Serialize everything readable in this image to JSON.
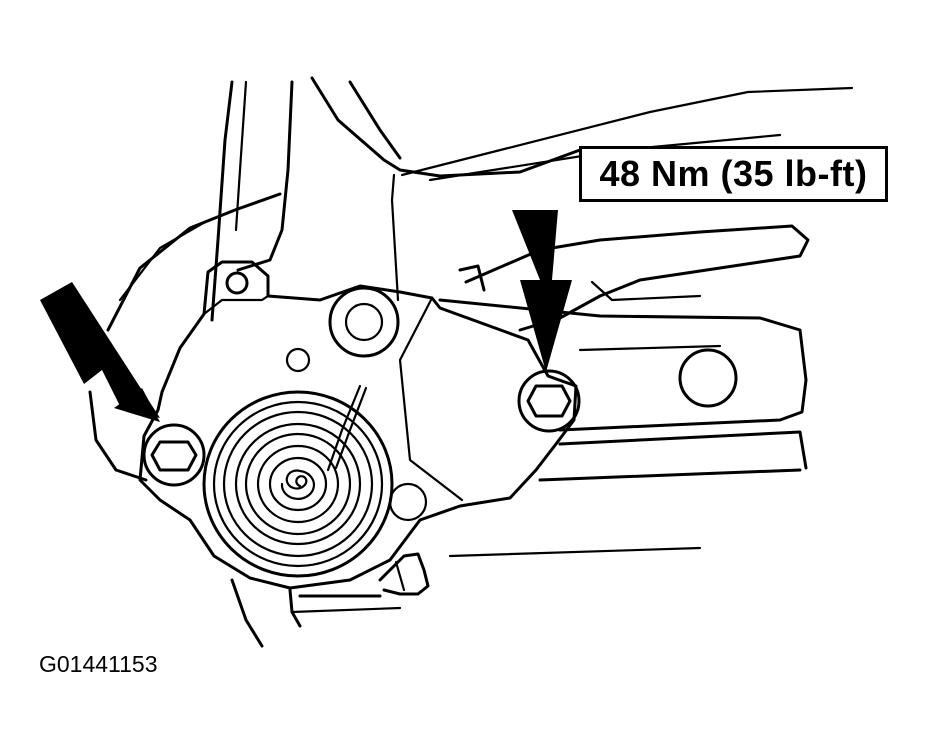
{
  "diagram": {
    "torque_label": "48 Nm (35 lb-ft)",
    "figure_id": "G01441153",
    "colors": {
      "line": "#000000",
      "background": "#ffffff"
    },
    "callouts": [
      {
        "name": "left-arrow",
        "points_to": "left-mounting-bolt"
      },
      {
        "name": "right-arrow",
        "points_to": "right-mounting-bolt"
      }
    ]
  }
}
